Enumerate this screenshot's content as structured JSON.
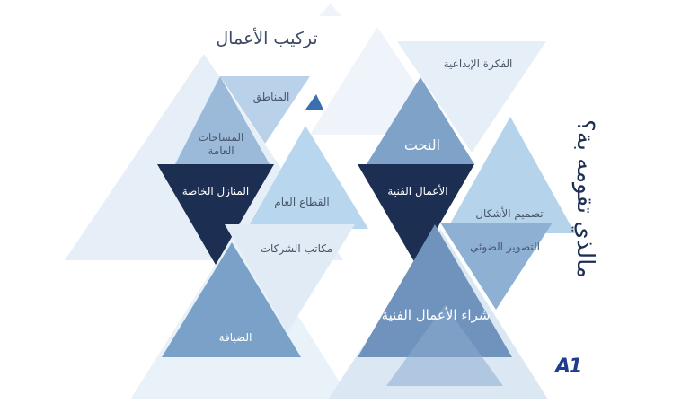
{
  "diagram": {
    "side_title": "مالذي تقومه بة؟",
    "section_left_title": "تركيب الأعمال",
    "left": {
      "areas": "المناطق",
      "public_spaces": "المساحات العامة",
      "private_homes": "المنازل الخاصة",
      "public_sector": "القطاع العام",
      "company_offices": "مكاتب الشركات",
      "hospitality": "الضيافة"
    },
    "right": {
      "creative_idea": "الفكرة الإبداعية",
      "sculpture": "النحت",
      "artworks": "الأعمال الفنية",
      "shape_design": "تصميم الأشكال",
      "photography": "التصوير الضوئي",
      "buy_artworks": "شراء الأعمال الفنية"
    },
    "logo_text": "A1",
    "colors": {
      "navy": "#1c2e52",
      "mid": "#6f93bd",
      "light": "#a8c6e3",
      "pale": "#dbe8f3"
    }
  }
}
